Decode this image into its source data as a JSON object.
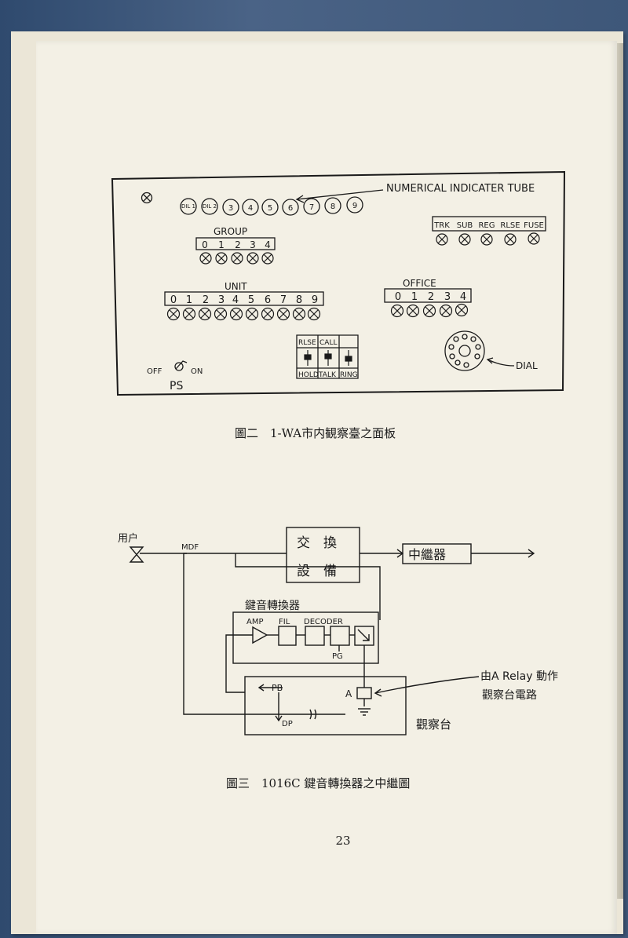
{
  "figure2": {
    "indicator_label": "NUMERICAL INDICATER TUBE",
    "tubes": [
      "DIL 1",
      "DIL 2",
      "3",
      "4",
      "5",
      "6",
      "7",
      "8",
      "9"
    ],
    "trunk_labels": [
      "TRK",
      "SUB",
      "REG",
      "RLSE",
      "FUSE"
    ],
    "group_title": "GROUP",
    "group_digits": [
      "0",
      "1",
      "2",
      "3",
      "4"
    ],
    "unit_title": "UNIT",
    "unit_digits": [
      "0",
      "1",
      "2",
      "3",
      "4",
      "5",
      "6",
      "7",
      "8",
      "9"
    ],
    "office_title": "OFFICE",
    "office_digits": [
      "0",
      "1",
      "2",
      "3",
      "4"
    ],
    "switch_top": [
      "RLSE",
      "CALL"
    ],
    "switch_bottom": [
      "HOLD",
      "TALK",
      "RING"
    ],
    "dial_label": "DIAL",
    "off_label": "OFF",
    "on_label": "ON",
    "ps_label": "PS",
    "caption": "圖二　1-WA市内観察臺之面板"
  },
  "figure3": {
    "user_label": "用户",
    "mdf_label": "MDF",
    "exchange_top": "交　換",
    "exchange_bottom": "設　備",
    "relay_label": "中繼器",
    "converter_label": "鍵音轉換器",
    "amp_label": "AMP",
    "fil_label": "FIL",
    "decoder_label": "DECODER",
    "pg_label": "PG",
    "pb_label": "PB",
    "a_label": "A",
    "dp_label": "DP",
    "note_line1": "由A Relay 動作",
    "note_line2": "觀察台電路",
    "observer_label": "觀察台",
    "caption": "圖三　1016C 鍵音轉換器之中繼圖"
  },
  "page_number": "23"
}
